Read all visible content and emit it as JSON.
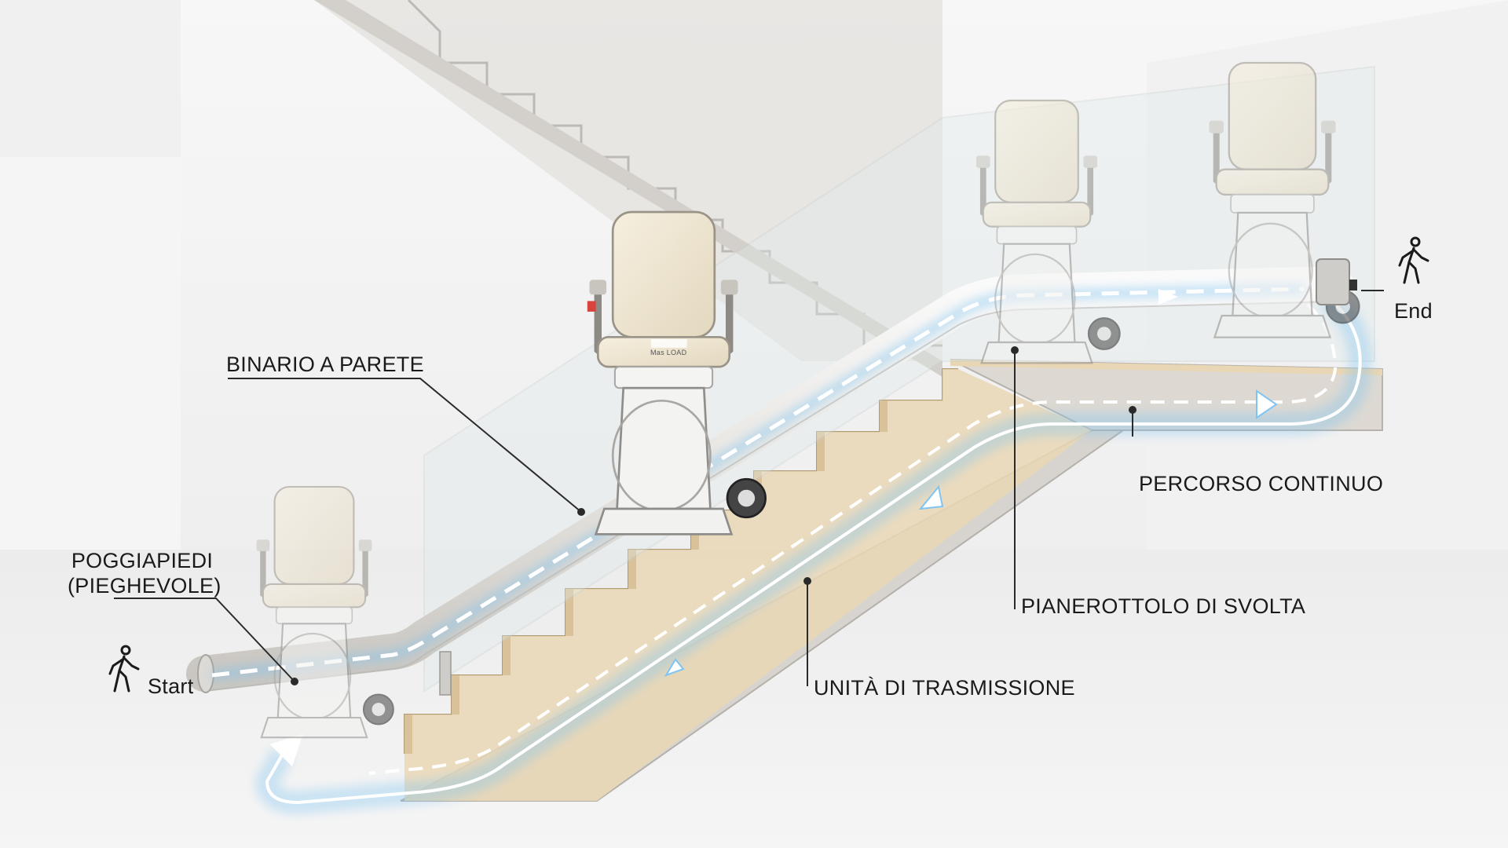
{
  "labels": {
    "binario": "BINARIO A PARETE",
    "poggiapiedi_line1": "POGGIAPIEDI",
    "poggiapiedi_line2": "(PIEGHEVOLE)",
    "percorso": "PERCORSO CONTINUO",
    "pianerottolo": "PIANEROTTOLO DI SVOLTA",
    "unita": "UNITÀ DI TRASMISSIONE",
    "start": "Start",
    "end": "End"
  },
  "chair": {
    "badge": "Mas LOAD"
  },
  "icons": {
    "start": "walking-person-icon",
    "end": "walking-person-icon"
  },
  "colors": {
    "wall": "#f2f2f2",
    "floor": "#e8e8e8",
    "concrete": "#d9d7d3",
    "wood": "#e6d2b0",
    "rail": "#eceae6",
    "chair_seat": "#efe6d2",
    "path_glow": "#7fc4f2",
    "path_core": "#ffffff",
    "accent_red": "#d8433c"
  }
}
